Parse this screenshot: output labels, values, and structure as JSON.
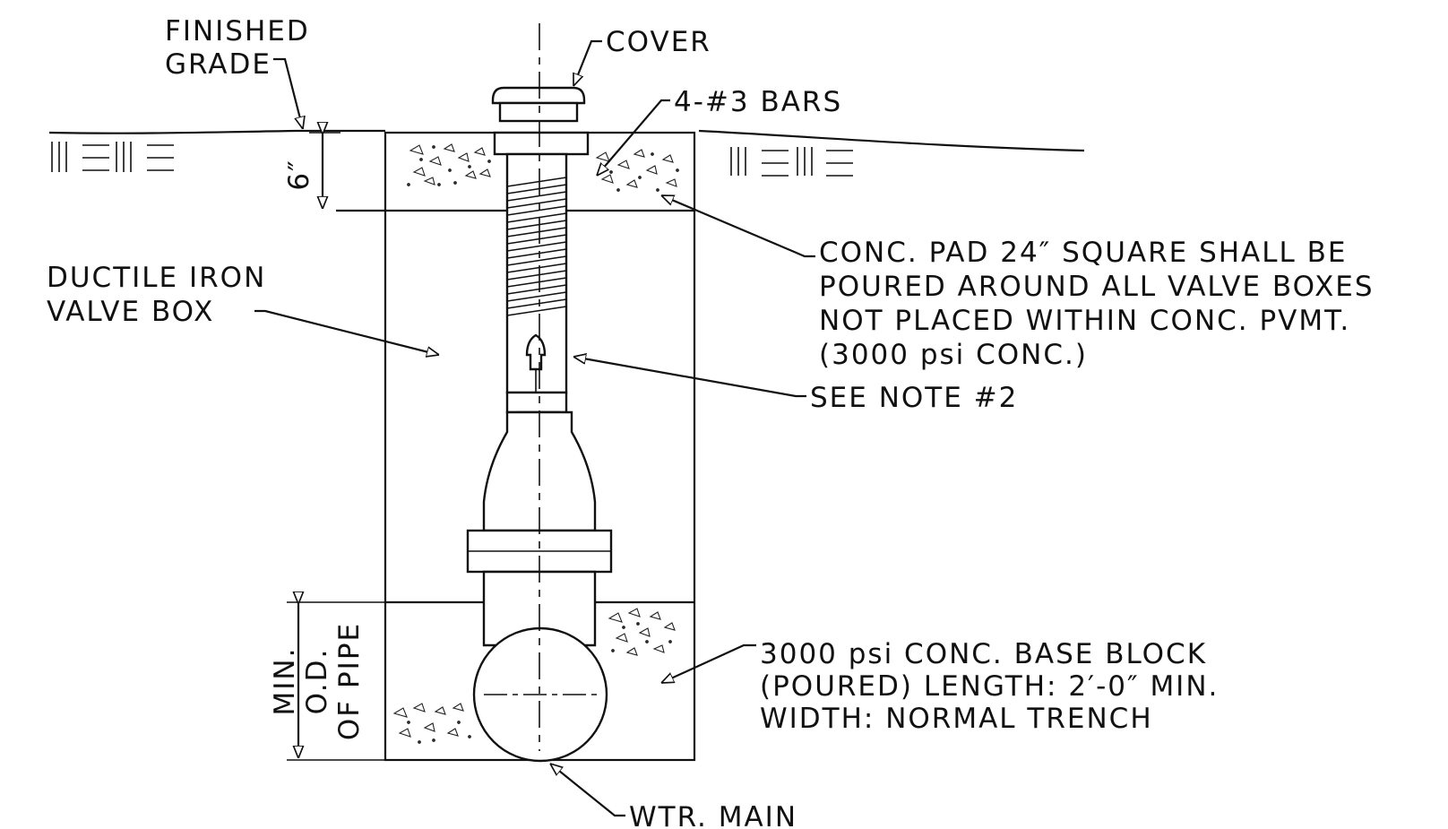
{
  "labels": {
    "finished_grade": [
      "FINISHED",
      "GRADE"
    ],
    "cover": "COVER",
    "bars": "4-#3 BARS",
    "dimension_pad": "6″",
    "ductile": [
      "DUCTILE IRON",
      "VALVE BOX"
    ],
    "conc_pad": [
      "CONC. PAD 24″ SQUARE SHALL BE",
      "POURED AROUND ALL VALVE BOXES",
      "NOT PLACED WITHIN CONC. PVMT.",
      "(3000 psi CONC.)"
    ],
    "see_note": "SEE NOTE #2",
    "base_block": [
      "3000 psi CONC. BASE BLOCK",
      "(POURED) LENGTH: 2′-0″ MIN.",
      "WIDTH: NORMAL TRENCH"
    ],
    "min_od": [
      "MIN.",
      "O.D.",
      "OF PIPE"
    ],
    "wtr_main": "WTR. MAIN"
  },
  "colors": {
    "ink": "#111111",
    "paper": "#ffffff"
  }
}
